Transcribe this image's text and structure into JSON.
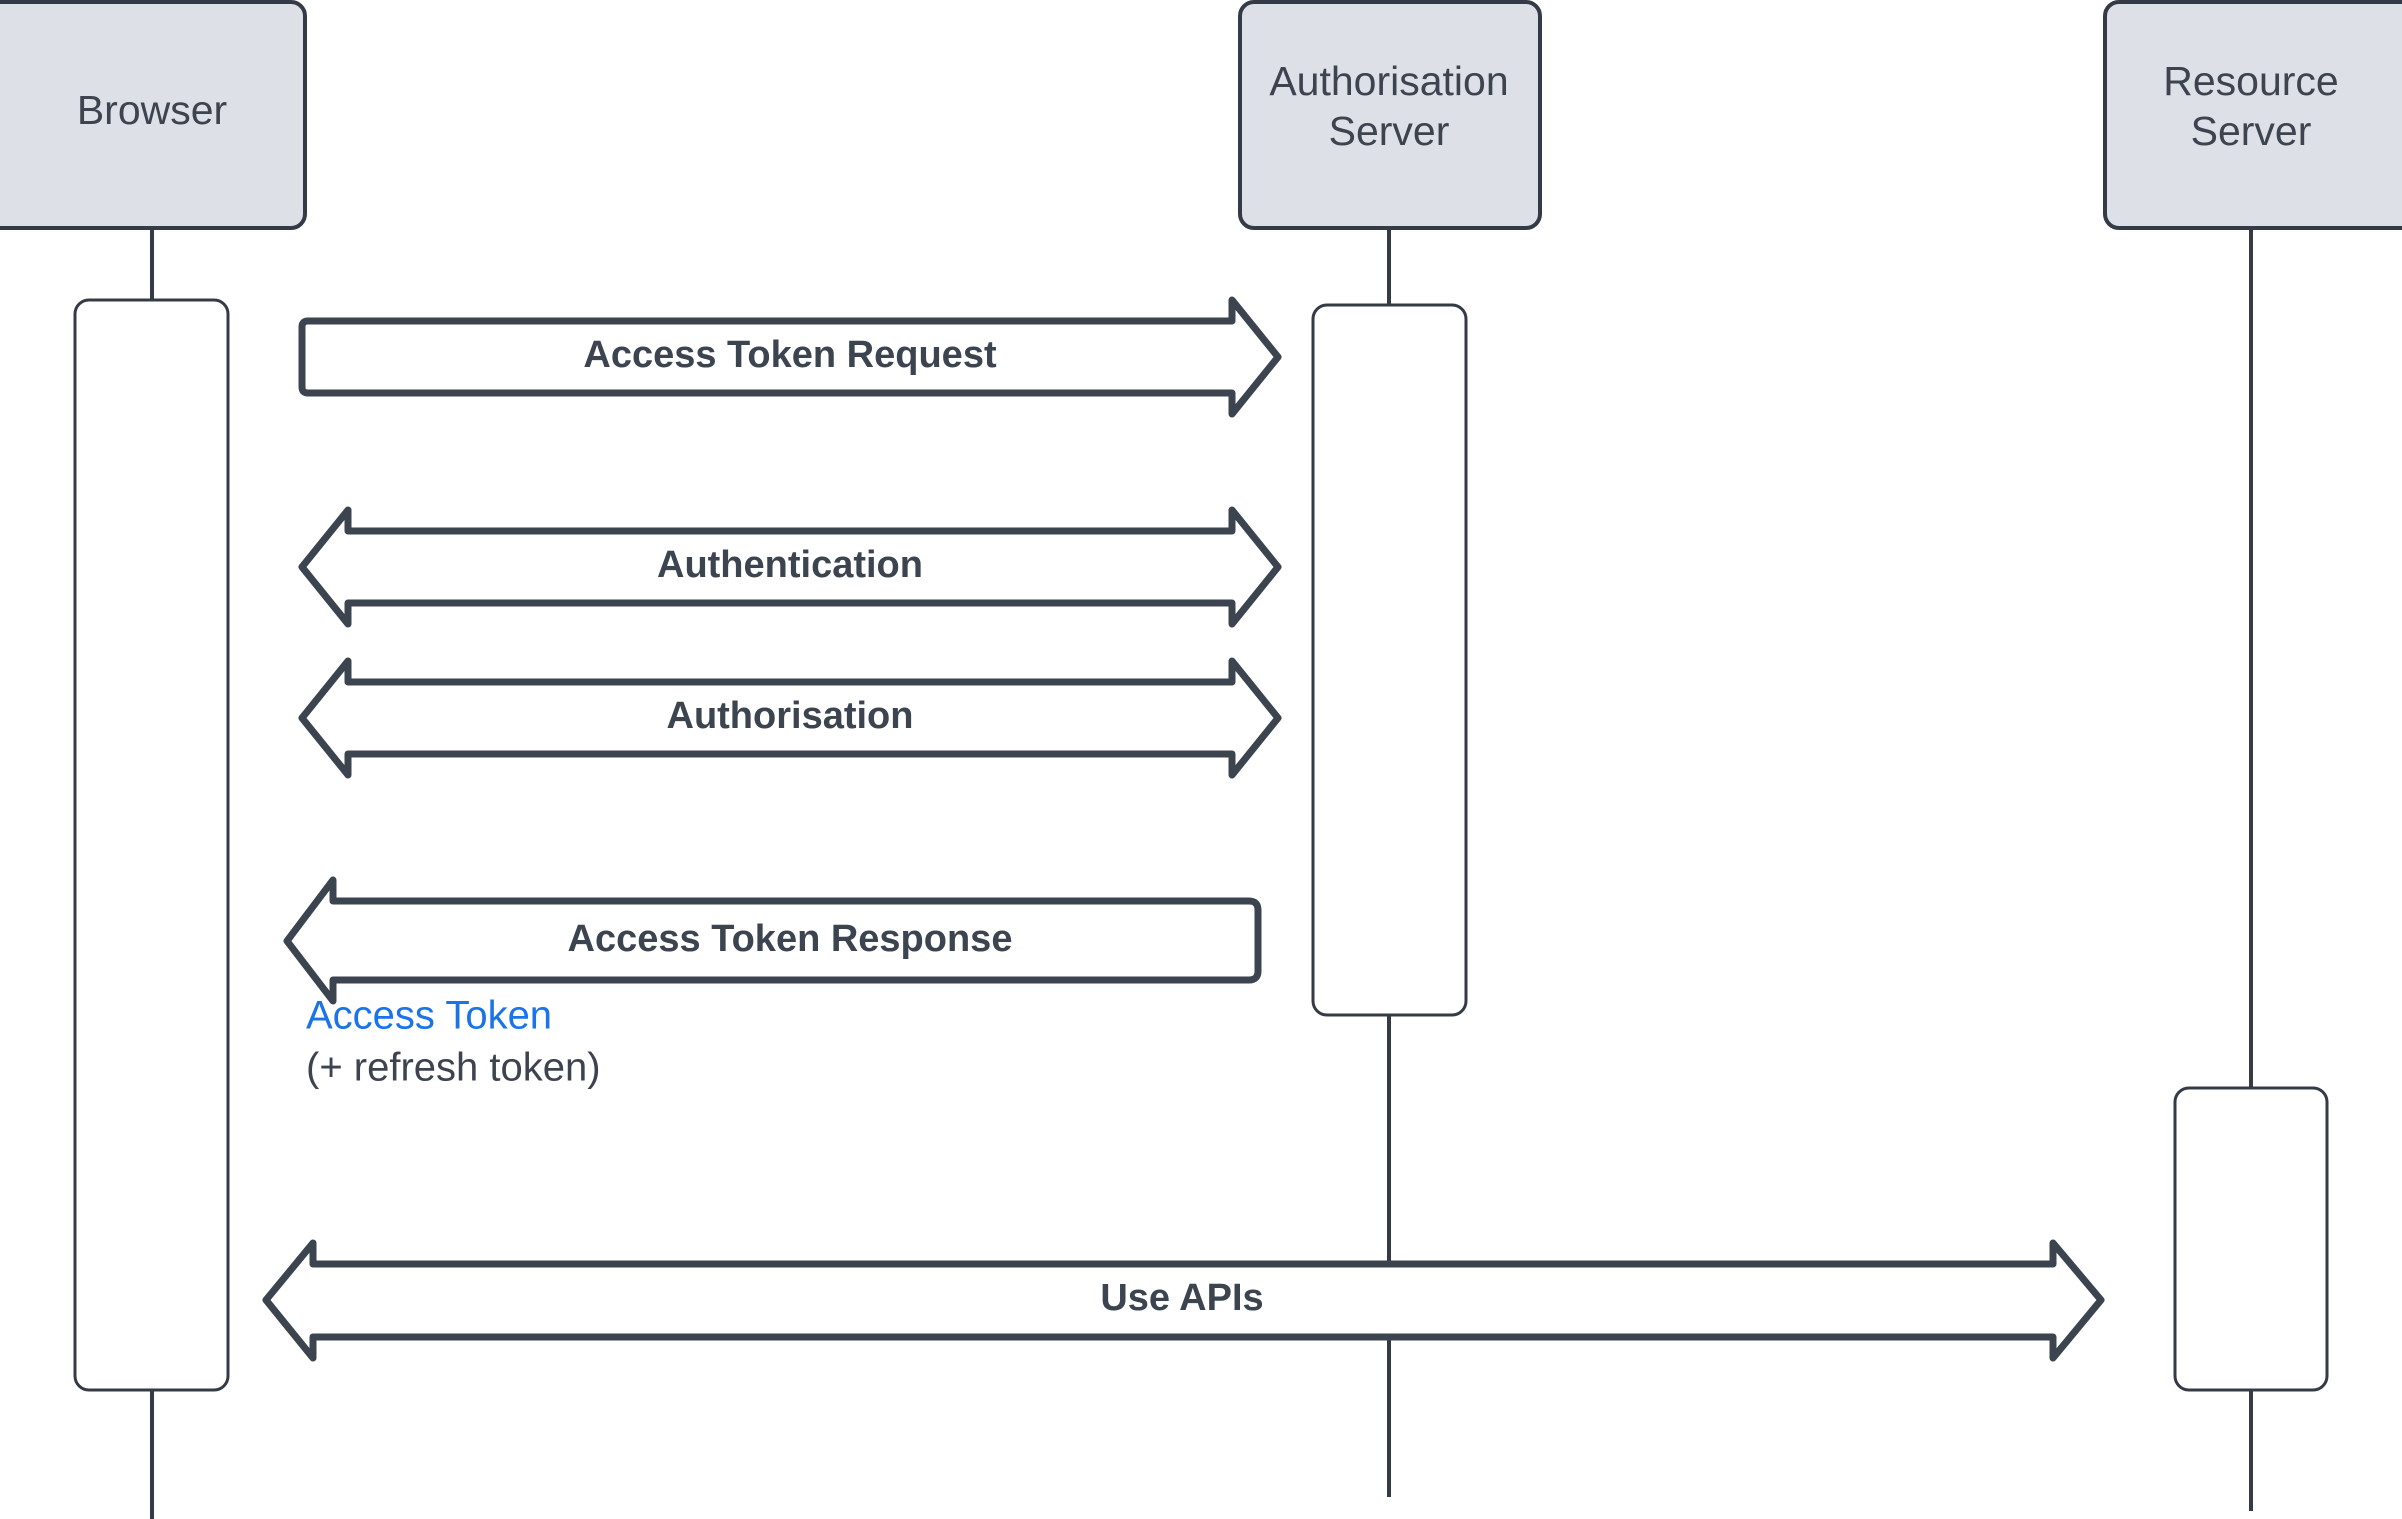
{
  "diagram": {
    "title": "OAuth Access Token Sequence Diagram",
    "type": "sequence-diagram",
    "background": "#ffffff",
    "colors": {
      "actor_fill": "#dde0e6",
      "stroke": "#343b47",
      "message_stroke": "#3c4450",
      "activation_fill": "#ffffff",
      "accent_blue": "#1a73e8",
      "text_dark": "#3d4450"
    },
    "actors": [
      {
        "id": "browser",
        "label": "Browser",
        "label_lines": [
          "Browser"
        ]
      },
      {
        "id": "auth-server",
        "label": "Authorisation Server",
        "label_lines": [
          "Authorisation",
          "Server"
        ]
      },
      {
        "id": "resource-server",
        "label": "Resource Server",
        "label_lines": [
          "Resource",
          "Server"
        ]
      }
    ],
    "messages": [
      {
        "id": "access-token-request",
        "label": "Access Token Request",
        "direction": "right",
        "from": "browser",
        "to": "auth-server"
      },
      {
        "id": "authentication",
        "label": "Authentication",
        "direction": "both",
        "from": "browser",
        "to": "auth-server"
      },
      {
        "id": "authorisation",
        "label": "Authorisation",
        "direction": "both",
        "from": "browser",
        "to": "auth-server"
      },
      {
        "id": "access-token-response",
        "label": "Access Token Response",
        "direction": "left",
        "from": "auth-server",
        "to": "browser"
      },
      {
        "id": "use-apis",
        "label": "Use APIs",
        "direction": "both",
        "from": "browser",
        "to": "resource-server"
      }
    ],
    "notes": [
      {
        "id": "access-token-note",
        "label": "Access Token",
        "color": "#1a73e8"
      },
      {
        "id": "refresh-token-note",
        "label": "(+ refresh token)",
        "color": "#3d4450"
      }
    ]
  }
}
